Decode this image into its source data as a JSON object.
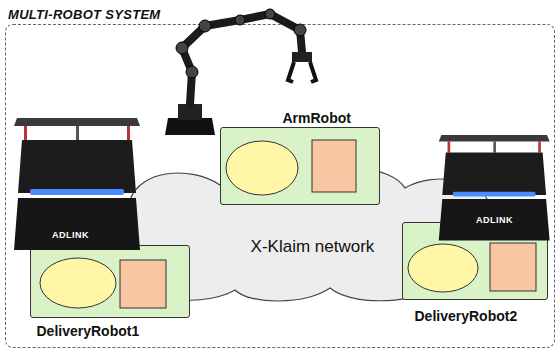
{
  "diagram": {
    "nodes": [
      {
        "text": [
          "MULTI-ROBOT SYSTEM"
        ]
      },
      {
        "text": [
          "ArmRobot"
        ],
        "in": 0
      },
      {
        "text": [
          "X-Klaim network"
        ],
        "in": 0
      },
      {
        "text": [
          "DeliveryRobot1"
        ],
        "in": 0
      },
      {
        "text": [
          "DeliveryRobot2"
        ],
        "in": 0
      }
    ],
    "labels": [
      "ADLINK",
      "ADLINK"
    ]
  }
}
